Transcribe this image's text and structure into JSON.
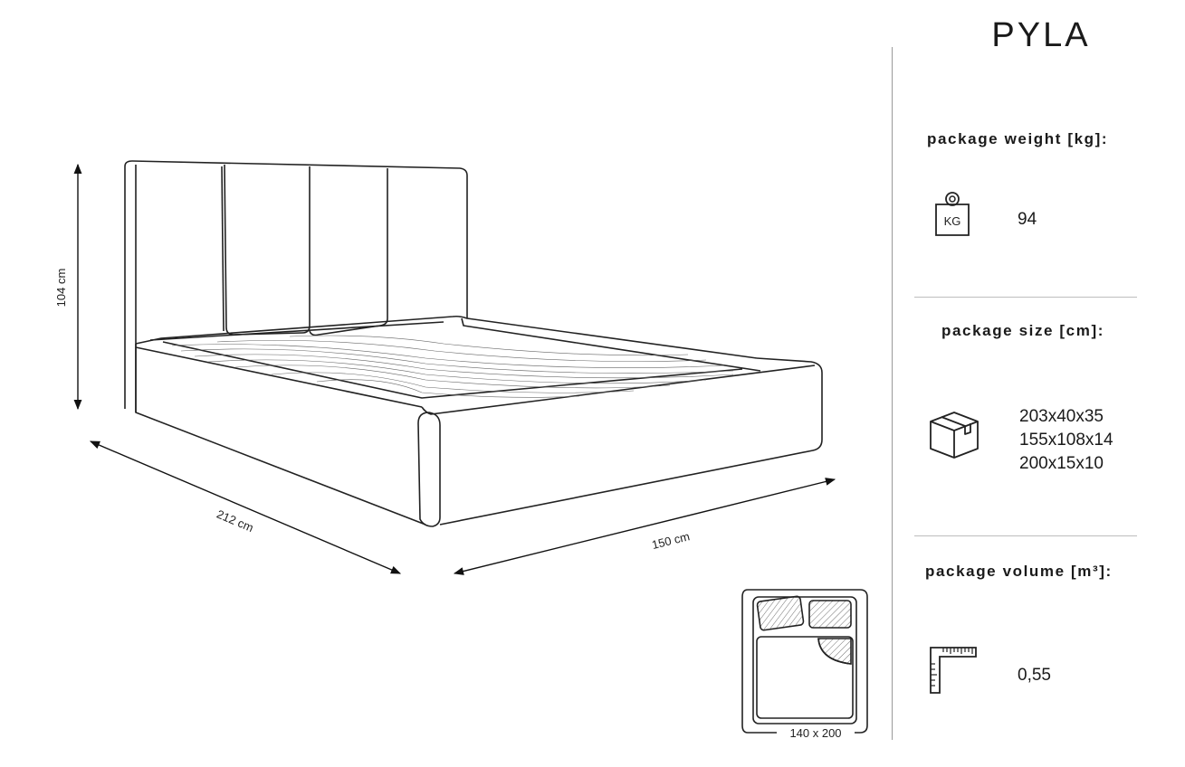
{
  "product": {
    "name": "PYLA"
  },
  "dimensions": {
    "height": "104 cm",
    "length": "212 cm",
    "width": "150 cm",
    "mattress": "140 x 200"
  },
  "specs": {
    "weight": {
      "heading": "package weight [kg]:",
      "icon_label": "KG",
      "icon": "weight-bag-icon",
      "value": "94"
    },
    "size": {
      "heading": "package size [cm]:",
      "icon": "box-icon",
      "values": [
        "203x40x35",
        "155x108x14",
        "200x15x10"
      ]
    },
    "volume": {
      "heading": "package volume [m³]:",
      "icon": "ruler-corner-icon",
      "value": "0,55"
    }
  }
}
